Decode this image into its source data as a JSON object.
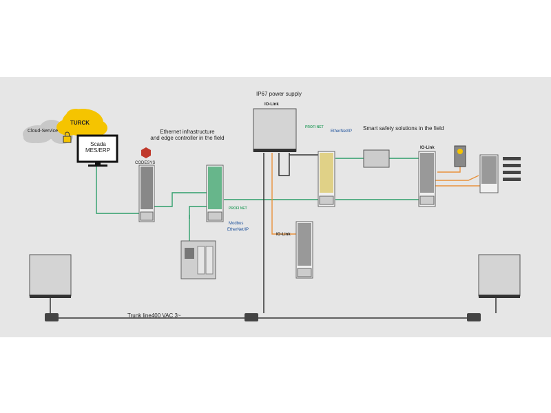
{
  "labels": {
    "cloud": "Cloud-Service",
    "turck": "TURCK",
    "scada_line1": "Scada",
    "scada_line2": "MES/ERP",
    "codesys": "CODESYS",
    "ethernet_line1": "Ethernet infrastructure",
    "ethernet_line2": "and edge controller in the field",
    "power_supply": "IP67 power supply",
    "io_link_top": "IO-Link",
    "io_link_mid": "IO-Link",
    "io_link_right": "IO-Link",
    "safety": "Smart safety solutions in the field",
    "profinet_top": "PROFI NET",
    "profinet_mid": "PROFI NET",
    "ethernetip_top": "EtherNet/IP",
    "ethernetip_mid": "EtherNet/IP",
    "modbus": "Modbus",
    "trunk": "Trunk line400 VAC 3~"
  },
  "colors": {
    "panel_bg": "#e6e6e6",
    "ethernet_line": "#2e9e6a",
    "iolink_line": "#e8913a",
    "power_line": "#333333",
    "cloud_yellow": "#f5c400",
    "cloud_grey": "#c8c8c8",
    "module_green": "#3aa36a"
  },
  "icons": [
    "cloud-icon",
    "lock-icon",
    "monitor-icon",
    "codesys-icon",
    "power-supply-icon",
    "io-module-icon",
    "safety-relay-icon",
    "sensor-icon",
    "connector-icon",
    "controller-icon"
  ]
}
